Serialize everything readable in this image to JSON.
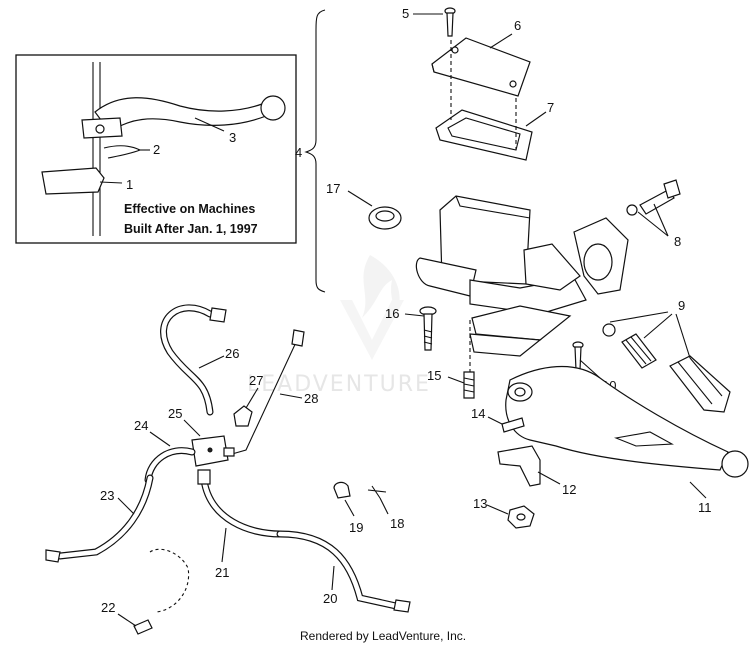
{
  "inset": {
    "note_line1": "Effective on Machines",
    "note_line2": "Built After Jan. 1, 1997"
  },
  "callouts": {
    "c1": "1",
    "c2": "2",
    "c3": "3",
    "c4": "4",
    "c5": "5",
    "c6": "6",
    "c7": "7",
    "c8": "8",
    "c9": "9",
    "c10": "10",
    "c11": "11",
    "c12": "12",
    "c13": "13",
    "c14": "14",
    "c15": "15",
    "c16": "16",
    "c17": "17",
    "c18": "18",
    "c19": "19",
    "c20": "20",
    "c21": "21",
    "c22": "22",
    "c23": "23",
    "c24": "24",
    "c25": "25",
    "c26": "26",
    "c27": "27",
    "c28": "28"
  },
  "watermark": "LEADVENTURE",
  "footer": "Rendered by LeadVenture, Inc."
}
